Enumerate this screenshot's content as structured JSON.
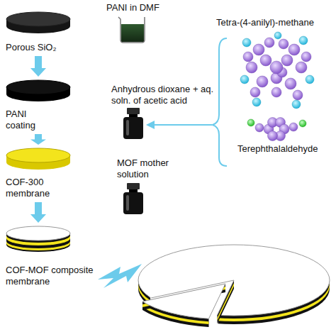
{
  "diagram": {
    "nodes": [
      {
        "text": [
          "Porous SiO₂"
        ]
      },
      {
        "text": [
          "PANI coating"
        ]
      },
      {
        "text": [
          "COF-300 membrane"
        ]
      },
      {
        "text": [
          "COF-MOF composite membrane"
        ]
      }
    ],
    "edges": [
      {
        "from": 0,
        "to": 1,
        "arrow": "to"
      },
      {
        "from": 1,
        "to": 2,
        "arrow": "to"
      },
      {
        "from": 2,
        "to": 3,
        "arrow": "to"
      }
    ],
    "labels": [
      "PANI in DMF",
      "Anhydrous dioxane + aq. soln. of acetic acid",
      "MOF mother solution",
      "Tetra-(4-anilyl)-methane",
      "Terephthalaldehyde"
    ]
  }
}
